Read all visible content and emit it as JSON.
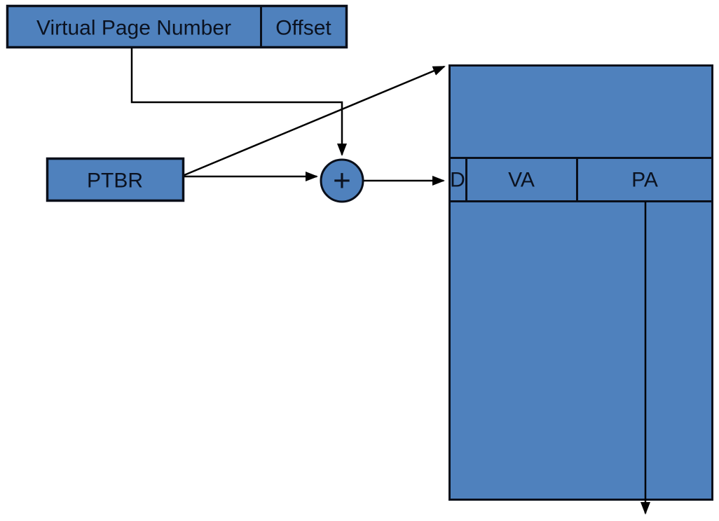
{
  "colors": {
    "shape_fill": "#4f81bd",
    "shape_border": "#0a0f1a",
    "connector": "#000000",
    "text": "#0b1220",
    "background": "#ffffff"
  },
  "virtual_address_box": {
    "page_number_label": "Virtual Page Number",
    "offset_label": "Offset"
  },
  "ptbr_box": {
    "label": "PTBR"
  },
  "adder": {
    "symbol": "+"
  },
  "page_table": {
    "entry_columns": [
      {
        "label": "D"
      },
      {
        "label": "VA"
      },
      {
        "label": "PA"
      }
    ]
  }
}
